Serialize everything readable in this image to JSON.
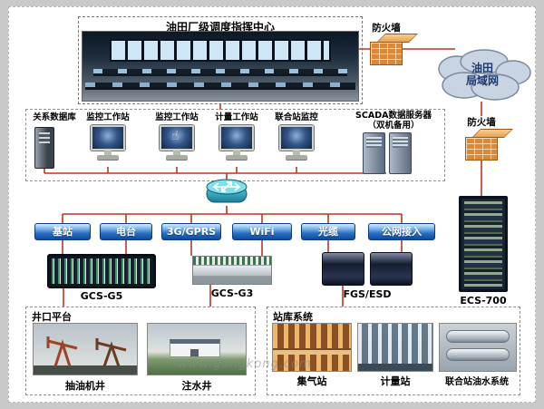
{
  "top": {
    "title": "油田厂级调度指挥中心",
    "firewall_label": "防火墙",
    "cloud_line1": "油田",
    "cloud_line2": "局域网"
  },
  "right": {
    "firewall_label": "防火墙"
  },
  "control_center": {
    "workstations": [
      "关系数据库",
      "监控工作站",
      "监控工作站",
      "计量工作站",
      "联合站监控"
    ],
    "server_line1": "SCADA数据服务器",
    "server_line2": "（双机备用）"
  },
  "icons": {
    "hand_cursor": "☝"
  },
  "comm": {
    "buttons": [
      "基站",
      "电台",
      "3G/GPRS",
      "WiFi",
      "光缆",
      "公网接入"
    ]
  },
  "devices": {
    "labels": [
      "GCS-G5",
      "GCS-G3",
      "FGS/ESD",
      "ECS-700"
    ]
  },
  "wellhead": {
    "title": "井口平台",
    "items": [
      "抽油机井",
      "注水井"
    ]
  },
  "station": {
    "title": "站库系统",
    "items": [
      "集气站",
      "计量站",
      "联合站油水系统"
    ]
  },
  "meta": {
    "watermark": "www.gongkong.com"
  }
}
